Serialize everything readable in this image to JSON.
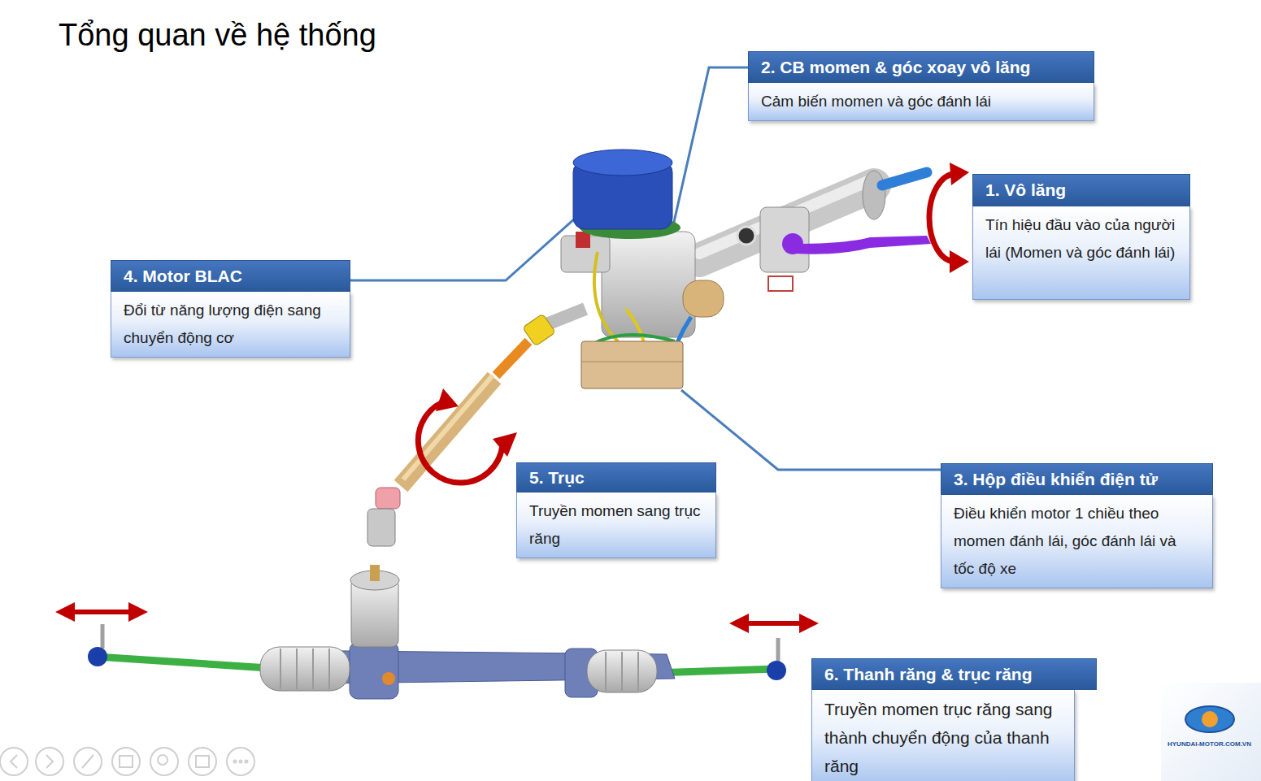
{
  "diagram": {
    "title": "Tổng quan về hệ thống",
    "nodes": [
      {
        "text": [
          "2. CB momen & góc xoay vô lăng",
          "Cảm biến momen và góc đánh lái"
        ]
      },
      {
        "text": [
          "1. Vô lăng",
          "Tín hiệu đầu vào của người lái (Momen và góc đánh lái)"
        ]
      },
      {
        "text": [
          "4. Motor BLAC",
          "Đổi từ năng lượng điện sang chuyển động cơ"
        ]
      },
      {
        "text": [
          "5. Trục",
          "Truyền momen sang trục răng"
        ]
      },
      {
        "text": [
          "3. Hộp điều khiển điện tử",
          "Điều khiển motor 1 chiều theo momen đánh lái, góc đánh lái và tốc độ xe"
        ]
      },
      {
        "text": [
          "6. Thanh răng & trục răng",
          "Truyền momen trục răng sang thành chuyển động của thanh răng"
        ]
      }
    ],
    "labels": [
      "HYUNDAI-MOTOR.COM.VN"
    ]
  }
}
